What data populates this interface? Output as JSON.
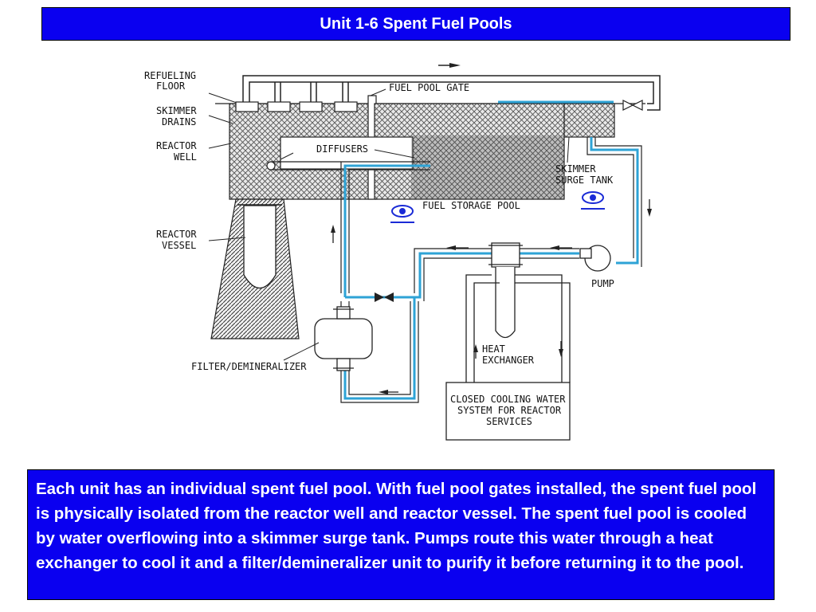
{
  "title": "Unit 1-6 Spent Fuel Pools",
  "diagram": {
    "labels": {
      "refueling_floor_1": "REFUELING",
      "refueling_floor_2": "FLOOR",
      "skimmer_drains_1": "SKIMMER",
      "skimmer_drains_2": "DRAINS",
      "reactor_well_1": "REACTOR",
      "reactor_well_2": "WELL",
      "reactor_vessel_1": "REACTOR",
      "reactor_vessel_2": "VESSEL",
      "fuel_pool_gate": "FUEL POOL GATE",
      "diffusers": "DIFFUSERS",
      "fuel_storage_pool": "FUEL STORAGE POOL",
      "skimmer_surge_tank_1": "SKIMMER",
      "skimmer_surge_tank_2": "SURGE TANK",
      "pump": "PUMP",
      "heat_exchanger_1": "HEAT",
      "heat_exchanger_2": "EXCHANGER",
      "filter_demineralizer": "FILTER/DEMINERALIZER",
      "ccw_1": "CLOSED COOLING WATER",
      "ccw_2": "SYSTEM FOR REACTOR",
      "ccw_3": "SERVICES"
    },
    "colors": {
      "pipe_blue": "#2ea3d6",
      "hatch": "#555555",
      "eye_icon": "#1a2bd6"
    }
  },
  "caption": "Each unit has an individual spent fuel pool. With fuel pool gates installed, the spent fuel pool is physically isolated from the reactor well and reactor vessel. The spent fuel pool is cooled by water overflowing into a skimmer surge tank. Pumps route this water through a heat exchanger to cool it and a filter/demineralizer unit to purify it before returning it to the pool.",
  "colors": {
    "banner_blue": "#0a00f0",
    "banner_text": "#ffffff"
  }
}
